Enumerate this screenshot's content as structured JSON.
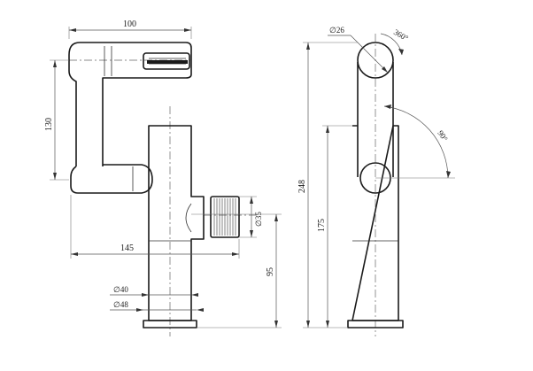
{
  "dimensions": {
    "width_top": "100",
    "spout_height": "130",
    "reach": "145",
    "knob_diameter": "35",
    "base_height": "95",
    "body_diameter": "40",
    "base_diameter": "48",
    "handle_diameter": "26",
    "rotation": "360°",
    "swing_angle": "90°",
    "total_height": "248",
    "body_height": "175"
  },
  "symbols": {
    "diameter": "∅"
  }
}
